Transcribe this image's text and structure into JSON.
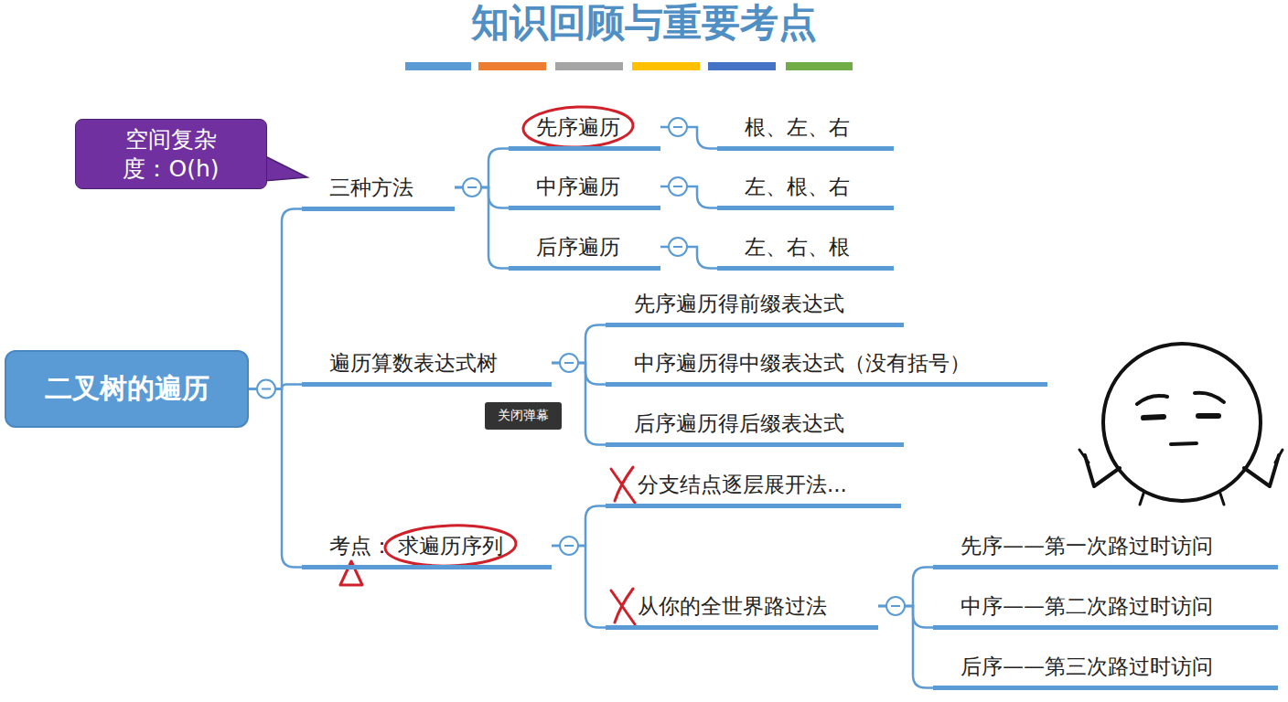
{
  "diagram": {
    "title": "知识回顾与重要考点",
    "nodes": [
      {
        "text": [
          "二叉树的遍历"
        ]
      },
      {
        "text": [
          "空间复杂度：O(h)"
        ]
      },
      {
        "text": [
          "三种方法"
        ]
      },
      {
        "text": [
          "先序遍历"
        ]
      },
      {
        "text": [
          "根、左、右"
        ]
      },
      {
        "text": [
          "中序遍历"
        ]
      },
      {
        "text": [
          "左、根、右"
        ]
      },
      {
        "text": [
          "后序遍历"
        ]
      },
      {
        "text": [
          "左、右、根"
        ]
      },
      {
        "text": [
          "遍历算数表达式树"
        ]
      },
      {
        "text": [
          "先序遍历得前缀表达式"
        ]
      },
      {
        "text": [
          "中序遍历得中缀表达式（没有括号）"
        ]
      },
      {
        "text": [
          "后序遍历得后缀表达式"
        ]
      },
      {
        "text": [
          "考点：",
          "求遍历序列"
        ]
      },
      {
        "text": [
          "分支结点逐层展开法..."
        ]
      },
      {
        "text": [
          "从你的全世界路过法"
        ]
      },
      {
        "text": [
          "先序——第一次路过时访问"
        ]
      },
      {
        "text": [
          "中序——第二次路过时访问"
        ]
      },
      {
        "text": [
          "后序——第三次路过时访问"
        ]
      },
      {
        "text": [
          "关闭弹幕"
        ]
      }
    ],
    "edges": [
      {
        "from": 0,
        "to": 2,
        "arrow": "none"
      },
      {
        "from": 0,
        "to": 9,
        "arrow": "none"
      },
      {
        "from": 0,
        "to": 13,
        "arrow": "none"
      },
      {
        "from": 2,
        "to": 3,
        "arrow": "none"
      },
      {
        "from": 2,
        "to": 5,
        "arrow": "none"
      },
      {
        "from": 2,
        "to": 7,
        "arrow": "none"
      },
      {
        "from": 3,
        "to": 4,
        "arrow": "none"
      },
      {
        "from": 5,
        "to": 6,
        "arrow": "none"
      },
      {
        "from": 7,
        "to": 8,
        "arrow": "none"
      },
      {
        "from": 9,
        "to": 10,
        "arrow": "none"
      },
      {
        "from": 9,
        "to": 11,
        "arrow": "none"
      },
      {
        "from": 9,
        "to": 12,
        "arrow": "none"
      },
      {
        "from": 13,
        "to": 14,
        "arrow": "none"
      },
      {
        "from": 13,
        "to": 15,
        "arrow": "none"
      },
      {
        "from": 15,
        "to": 16,
        "arrow": "none"
      },
      {
        "from": 15,
        "to": 17,
        "arrow": "none"
      },
      {
        "from": 15,
        "to": 18,
        "arrow": "none"
      }
    ]
  }
}
